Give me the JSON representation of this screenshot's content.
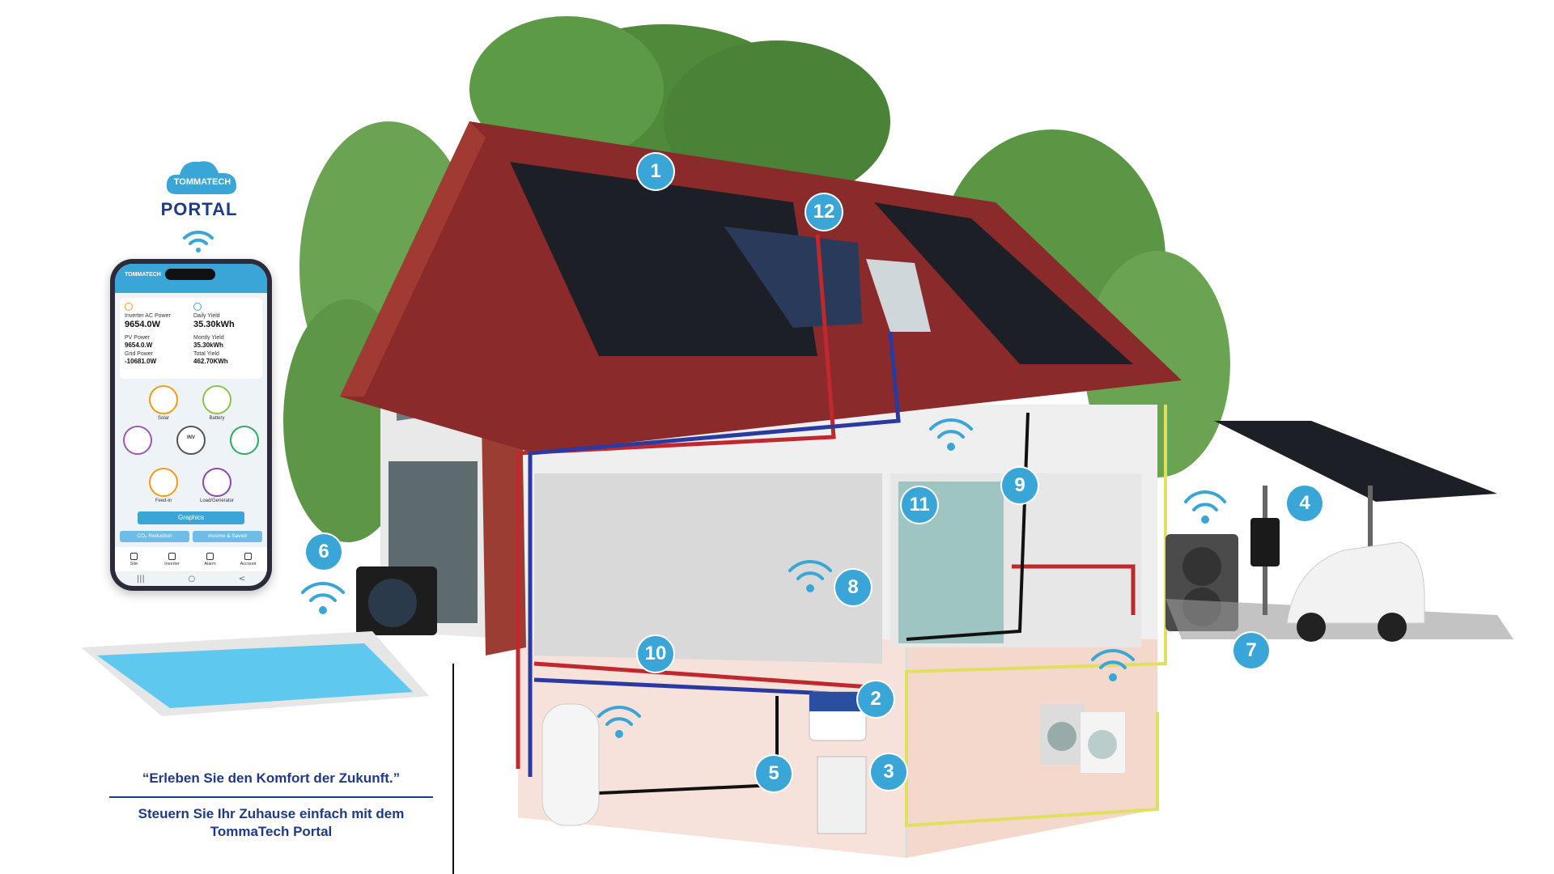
{
  "portal": {
    "brand": "TOMMATECH",
    "title": "PORTAL"
  },
  "app": {
    "brand": "TOMMATECH",
    "inverter_ac_power_label": "Inverter AC Power",
    "inverter_ac_power_value": "9654.0W",
    "daily_yield_label": "Daily Yield",
    "daily_yield_value": "35.30kWh",
    "pv_power_label": "PV Power",
    "pv_power_value": "9654.0.W",
    "grid_power_label": "Grid Power",
    "grid_power_value": "-10681.0W",
    "monthly_yield_label": "Montly Yield",
    "monthly_yield_value": "35.30kWh",
    "total_yield_label": "Total Yield",
    "total_yield_value": "462.70KWh",
    "nodes": [
      "Solar",
      "Battery",
      "INV",
      "Feed-in",
      "Load/Generator"
    ],
    "graphics_label": "Graphics",
    "co2_label": "CO₂ Reduction",
    "income_label": "Income & Saved",
    "tabs": [
      "Site",
      "Inverter",
      "Alarm",
      "Account"
    ],
    "nav": [
      "|||",
      "○",
      "<"
    ]
  },
  "tagline": {
    "quote": "“Erleben Sie den Komfort der Zukunft.”",
    "line1": "Steuern Sie Ihr Zuhause einfach mit dem",
    "line2": "TommaTech Portal"
  },
  "badges": [
    "1",
    "2",
    "3",
    "4",
    "5",
    "6",
    "7",
    "8",
    "9",
    "10",
    "11",
    "12"
  ],
  "colors": {
    "badge": "#3aa6d8",
    "brand_blue": "#1f3a8a",
    "roof": "#8b2a2a",
    "pipe_red": "#c0282d",
    "pipe_blue": "#2a3aa0",
    "wire_yellow": "#e0e060",
    "wire_black": "#111111",
    "pool": "#5ec8ef"
  },
  "icons": [
    "wifi-icon",
    "cloud-logo-icon",
    "solar-icon",
    "battery-icon",
    "inverter-icon",
    "grid-icon",
    "home-icon"
  ]
}
